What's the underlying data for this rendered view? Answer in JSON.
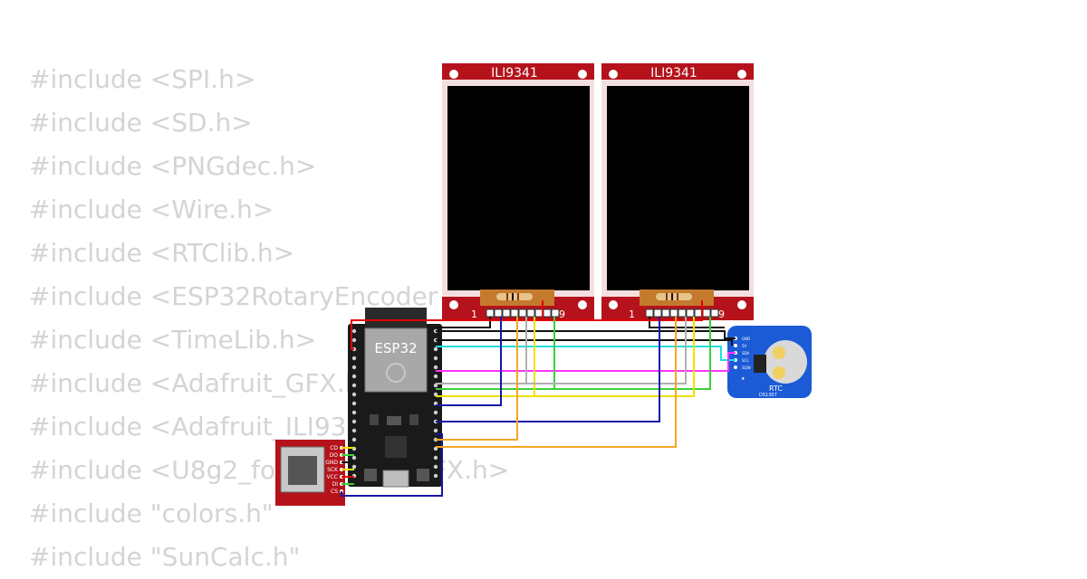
{
  "code_lines": [
    "#include <SPI.h>",
    "#include <SD.h>",
    "#include <PNGdec.h>",
    "#include <Wire.h>",
    "#include <RTClib.h>",
    "#include <ESP32RotaryEncoder",
    "#include <TimeLib.h>",
    "#include <Adafruit_GFX.h>",
    "#include <Adafruit_ILI9341.h>",
    "#include <U8g2_for_Adafruit_GFX.h>",
    "#include \"colors.h\"",
    "#include \"SunCalc.h\""
  ],
  "display_left": {
    "label": "ILI9341",
    "pin_first": "1",
    "pin_last": "9"
  },
  "display_right": {
    "label": "ILI9341",
    "pin_first": "1",
    "pin_last": "9"
  },
  "esp32": {
    "label": "ESP32"
  },
  "sd_card": {
    "pins": [
      "CD",
      "DO",
      "GND",
      "SCK",
      "VCC",
      "DI",
      "CS"
    ]
  },
  "rtc": {
    "label": "RTC",
    "chip": "DS1307",
    "pins": [
      "GND",
      "5V",
      "SDA",
      "SCL",
      "SQW"
    ]
  },
  "colors": {
    "board_red": "#b5121b",
    "board_blue": "#1c5bd6",
    "esp_board": "#1a1a1a",
    "wire_black": "#111111",
    "wire_cyan": "#1ee0e0",
    "wire_magenta": "#ff33ff",
    "wire_green": "#3ccf3c",
    "wire_yellow": "#f2e000",
    "wire_blue": "#1515a8",
    "wire_orange": "#f5a623",
    "wire_red": "#e00000",
    "code_text": "#d4d4d4"
  }
}
